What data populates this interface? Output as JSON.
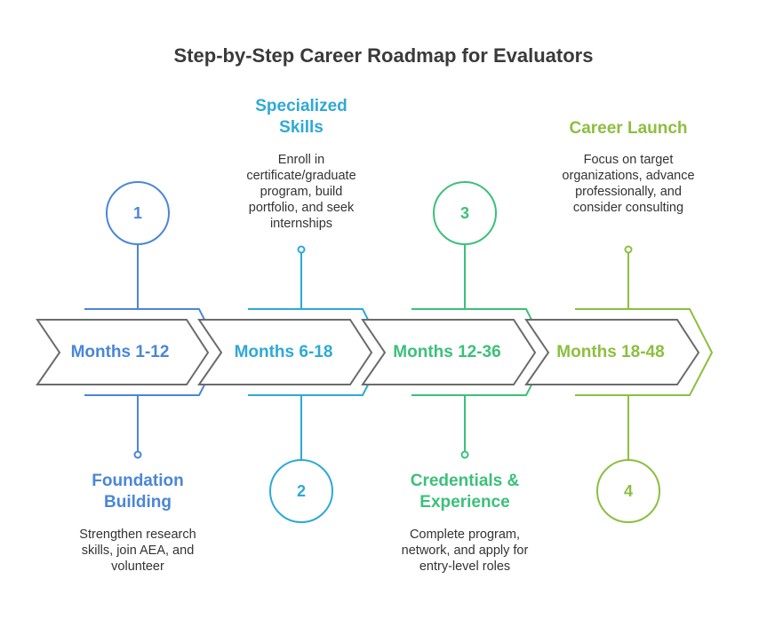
{
  "title": "Step-by-Step Career Roadmap for Evaluators",
  "colors": {
    "step1": "#4a86d8",
    "step2": "#2ea9d6",
    "step3": "#3cc07a",
    "step4": "#8cbf3f",
    "outline": "#6b6b6b"
  },
  "steps": [
    {
      "number": "1",
      "period": "Months 1-12",
      "heading": "Foundation Building",
      "description": "Strengthen research skills, join AEA, and volunteer"
    },
    {
      "number": "2",
      "period": "Months 6-18",
      "heading": "Specialized Skills",
      "description": "Enroll in certificate/graduate program, build portfolio, and seek internships"
    },
    {
      "number": "3",
      "period": "Months 12-36",
      "heading": "Credentials & Experience",
      "description": "Complete program, network, and apply for entry-level roles"
    },
    {
      "number": "4",
      "period": "Months 18-48",
      "heading": "Career Launch",
      "description": "Focus on target organizations, advance professionally, and consider consulting"
    }
  ]
}
